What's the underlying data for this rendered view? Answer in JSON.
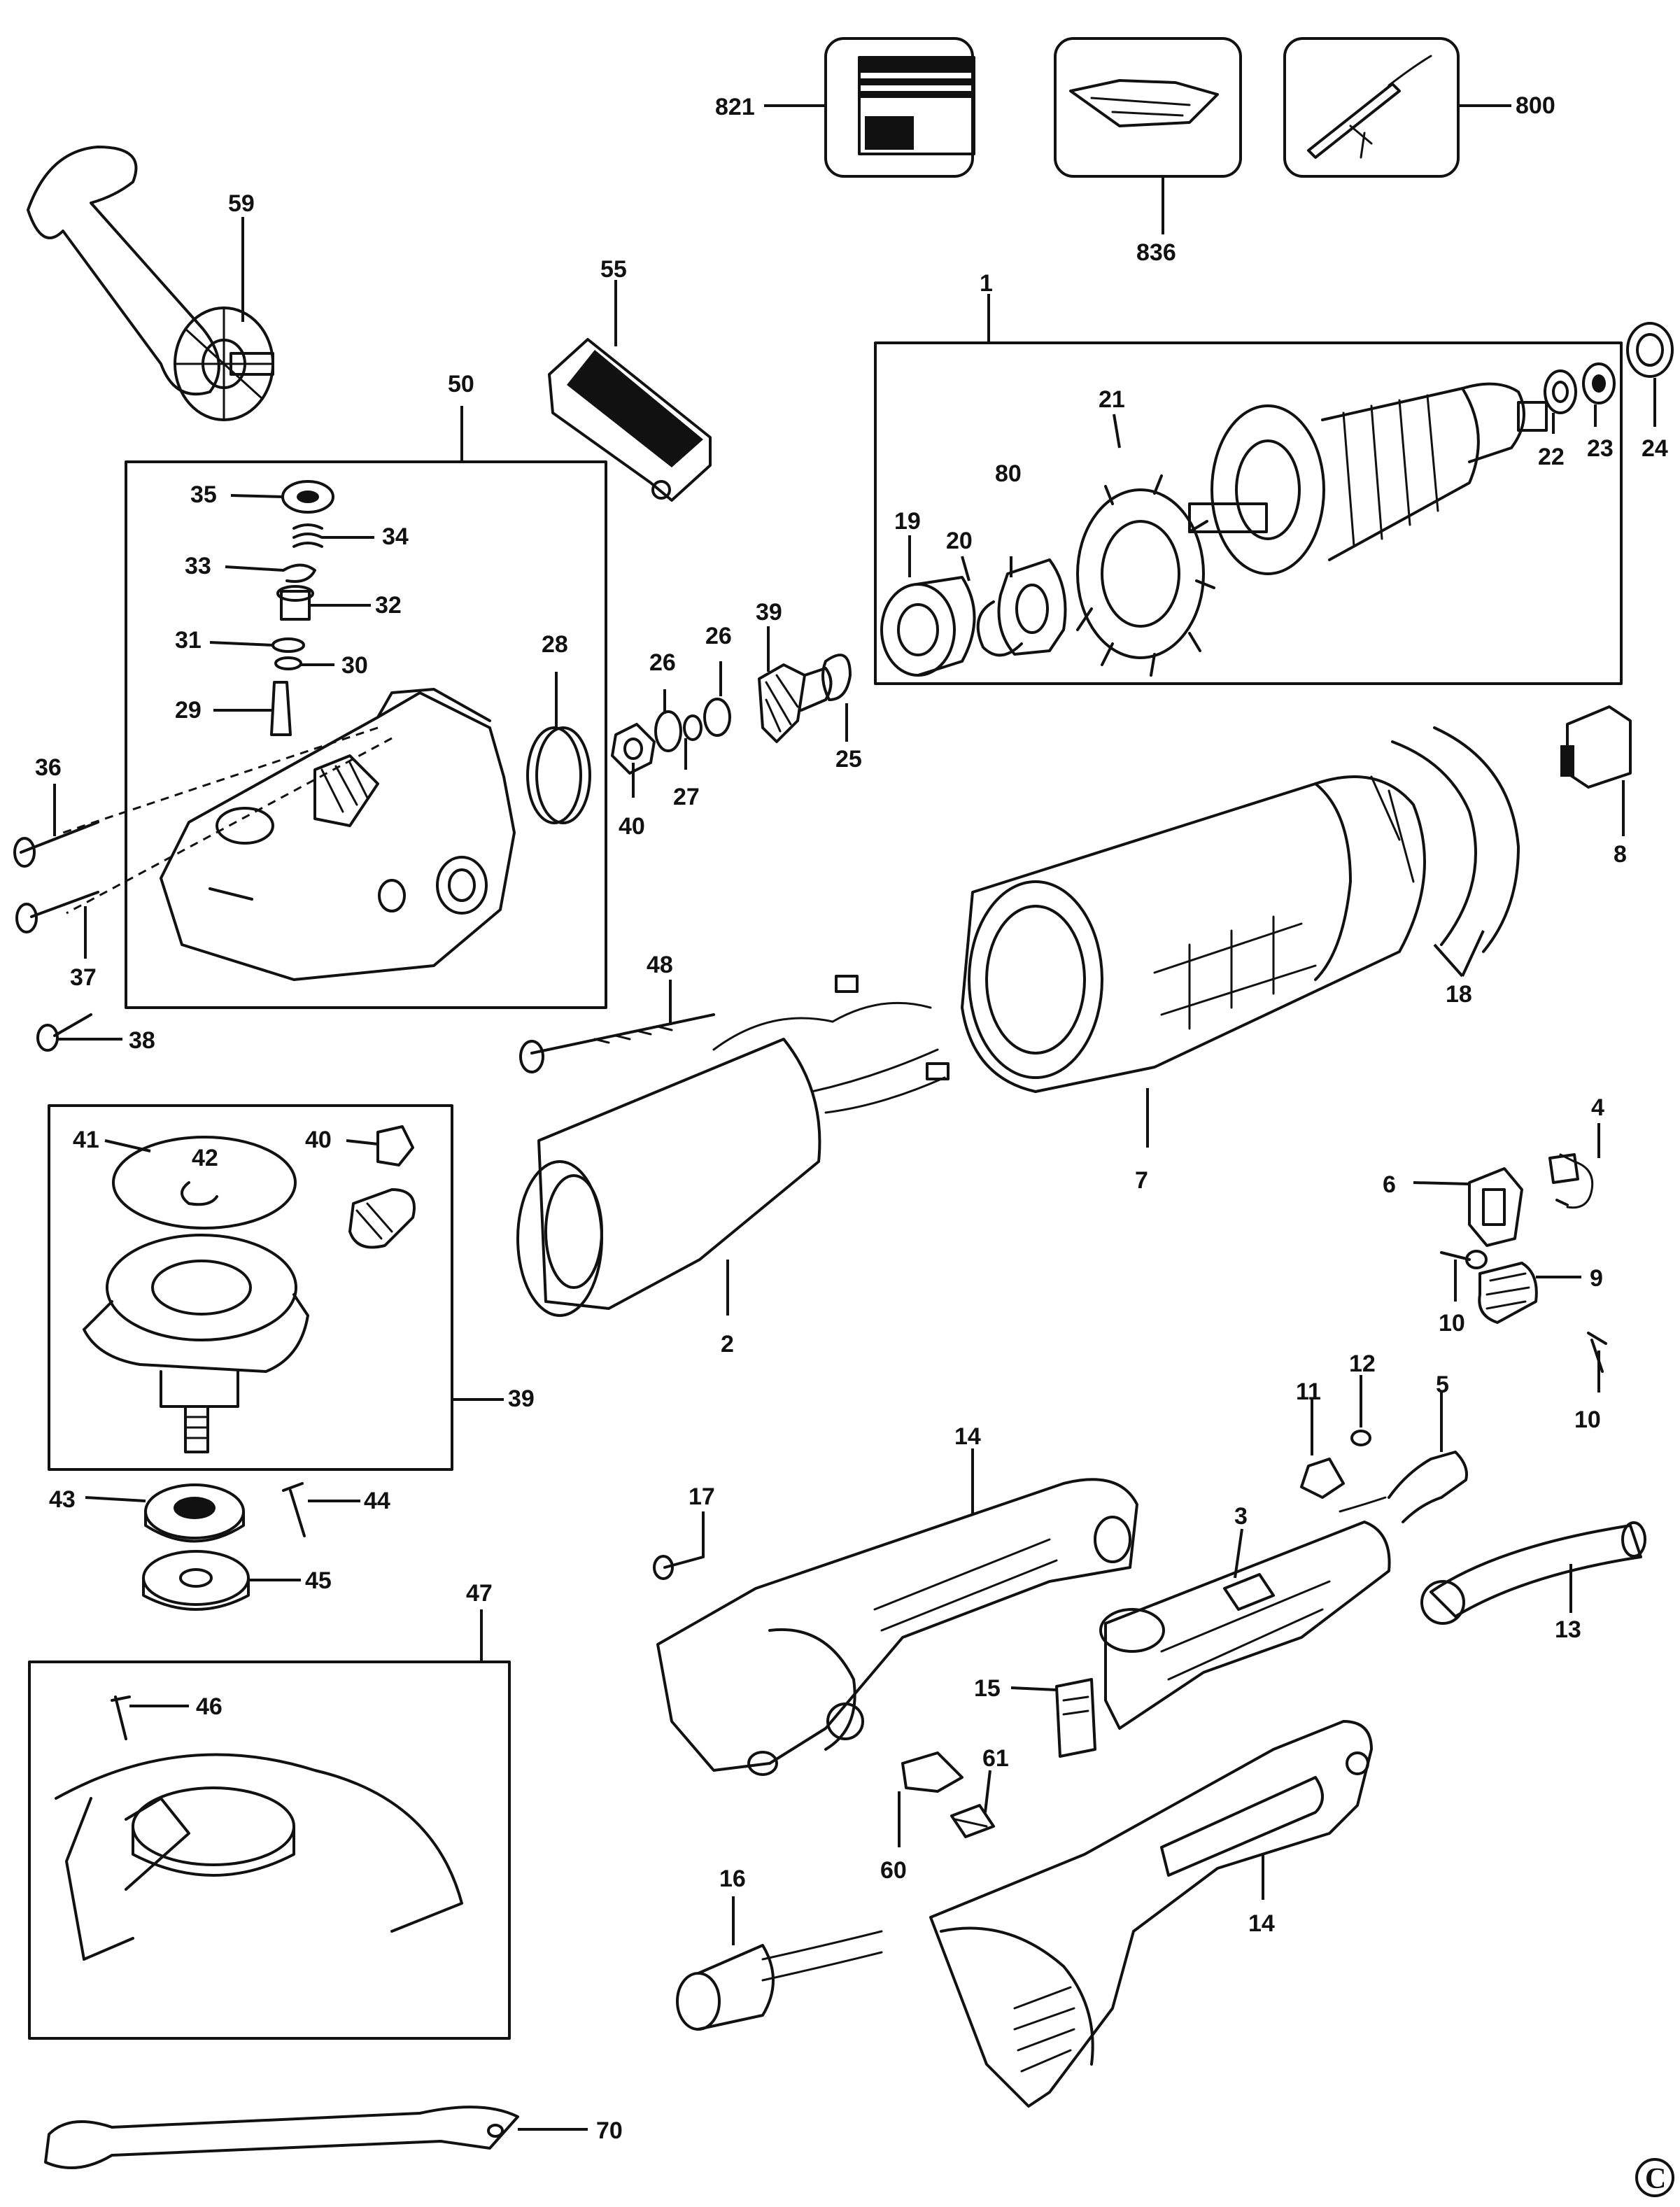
{
  "diagram": {
    "copyright_mark": "C",
    "callouts": {
      "c821": "821",
      "c836": "836",
      "c800": "800",
      "c59": "59",
      "c55": "55",
      "c1": "1",
      "c21": "21",
      "c80": "80",
      "c19": "19",
      "c20": "20",
      "c22": "22",
      "c23": "23",
      "c24": "24",
      "c50": "50",
      "c35": "35",
      "c34": "34",
      "c33": "33",
      "c32": "32",
      "c31": "31",
      "c30": "30",
      "c29": "29",
      "c28": "28",
      "c26a": "26",
      "c26b": "26",
      "c39a": "39",
      "c27": "27",
      "c25": "25",
      "c40a": "40",
      "c36": "36",
      "c37": "37",
      "c38": "38",
      "c8": "8",
      "c18": "18",
      "c48": "48",
      "c7": "7",
      "c2": "2",
      "c41": "41",
      "c42": "42",
      "c40b": "40",
      "c39b": "39",
      "c4": "4",
      "c6": "6",
      "c9": "9",
      "c10a": "10",
      "c10b": "10",
      "c12": "12",
      "c11": "11",
      "c5": "5",
      "c14a": "14",
      "c17": "17",
      "c3": "3",
      "c13": "13",
      "c43": "43",
      "c44": "44",
      "c45": "45",
      "c47": "47",
      "c46": "46",
      "c15": "15",
      "c61": "61",
      "c60": "60",
      "c16": "16",
      "c14b": "14",
      "c70": "70"
    }
  }
}
